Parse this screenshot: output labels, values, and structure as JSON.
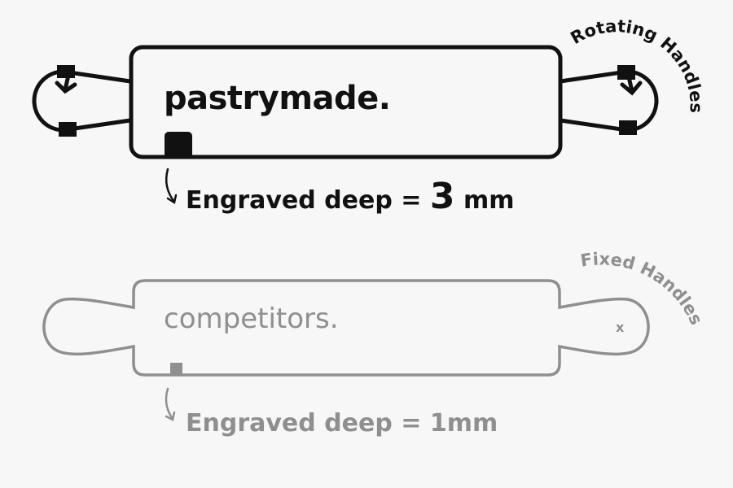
{
  "colors": {
    "primary": "#111111",
    "secondary": "#8f8f8f",
    "background": "#f7f7f7"
  },
  "pastrymade": {
    "brand": "pastrymade.",
    "handles_label": "Rotating Handles",
    "caption_prefix": "Engraved deep = ",
    "caption_value": "3",
    "caption_unit": "mm"
  },
  "competitors": {
    "brand": "competitors.",
    "handles_label": "Fixed Handles",
    "handle_mark": "x",
    "caption": "Engraved deep = 1mm"
  }
}
